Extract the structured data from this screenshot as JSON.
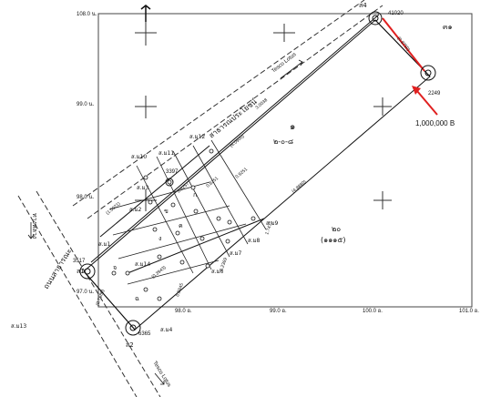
{
  "grid": {
    "top_north": "108.0 น.",
    "mid_north": "99.0 น.",
    "low_north": "98.0 น.",
    "bottom_north": "97.0 น.",
    "bottom_east": [
      "98.0 อ.",
      "99.0 อ.",
      "100.0 อ.",
      "101.0 อ."
    ]
  },
  "stakes": {
    "n1": "ส1",
    "n2": "ส2",
    "n3": "ส3",
    "n4": "ส4",
    "n1_code": "3517",
    "n2_code": "6365",
    "n3_code": "3397",
    "n4_code": "41020",
    "n5_code": "2249"
  },
  "parcels": {
    "main_no": "๑",
    "main_area": "๒-๐-๘",
    "right_no": "๒๐",
    "right_sub": "(๑๑๑๕)",
    "top_right_no": "๓๑",
    "top_right_code": "(0.8750)"
  },
  "lots": [
    "ส.ม1",
    "ส.ม2",
    "ส.ม3",
    "ส.ม4",
    "ส.ม5",
    "ส.ม6",
    "ส.ม7",
    "ส.ม8",
    "ส.ม9",
    "ส.ม10",
    "ส.ม11",
    "ส.ม12",
    "ส.ม13",
    "ส.ม14",
    "ส.ม4",
    "ส.ม5",
    "ส.ม4"
  ],
  "roads": {
    "public_road": "สาธารณประโยชน์",
    "tesco_top": "Tesco Lotus",
    "tesco_bottom": "Tesco Lotus",
    "left_road": "ทางหลวง",
    "left_road2": "ถนนสาธารณะ"
  },
  "dims": [
    "3.0038",
    "0.8750",
    "(4.0900)",
    "(4.8880)",
    "0.8251",
    "0.9257",
    "0.9251",
    "0.9845",
    "0.8845",
    "1.2369",
    "1.7475",
    "(1.0021)",
    "(0.7580)",
    "(0.3943)"
  ],
  "small_labels": [
    "ก",
    "ข",
    "ค",
    "ง",
    "จ",
    "ฉ"
  ],
  "price": "1,000,000 B",
  "colors": {
    "arrow": "#e02020",
    "ink": "#111111"
  }
}
